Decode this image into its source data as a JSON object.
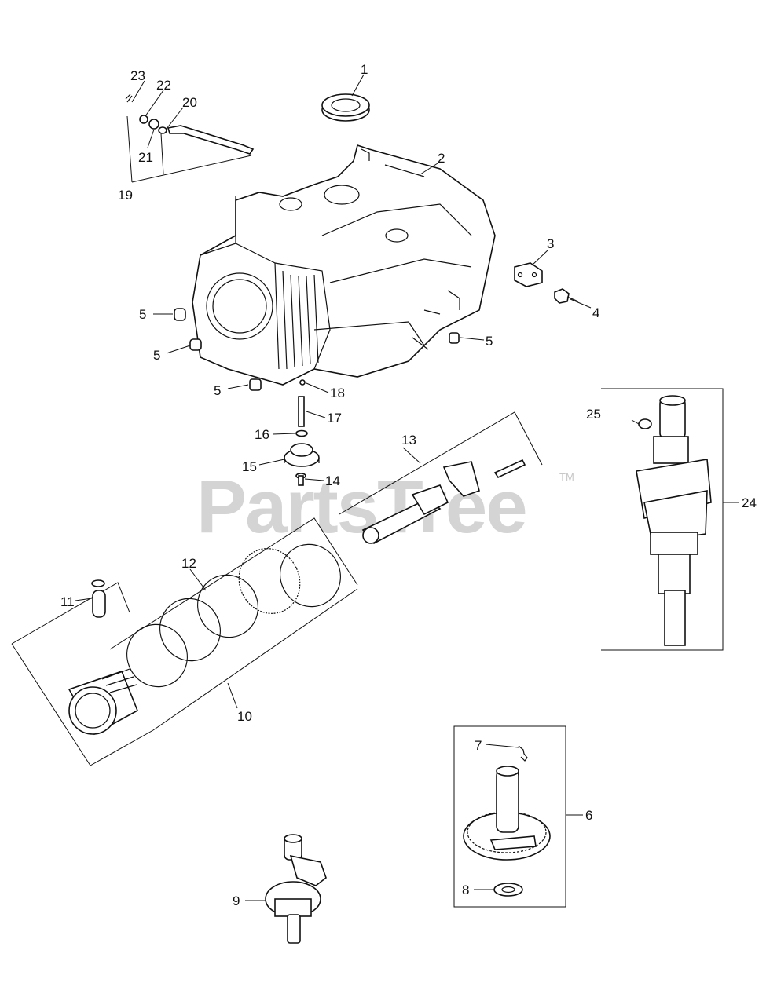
{
  "watermark": {
    "text": "PartsTree",
    "trademark": "TM"
  },
  "callouts": [
    "1",
    "2",
    "3",
    "4",
    "5",
    "5",
    "5",
    "5",
    "6",
    "7",
    "8",
    "9",
    "10",
    "11",
    "12",
    "13",
    "14",
    "15",
    "16",
    "17",
    "18",
    "19",
    "20",
    "21",
    "22",
    "23",
    "24",
    "25"
  ]
}
